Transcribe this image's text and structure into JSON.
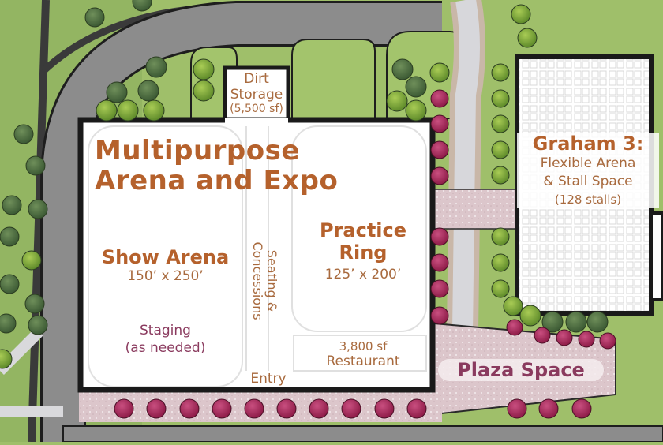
{
  "map": {
    "title": "Multipurpose Arena and Expo site plan",
    "colors": {
      "lawn": "#9fbf6a",
      "lawn_dark": "#8aab58",
      "road": "#8a8a8a",
      "road_edge": "#2a2a2a",
      "walk": "#d9d9dc",
      "plaza": "#e6d5d8",
      "building": "#ffffff",
      "building_outline": "#1a1a1a",
      "tree_green": "#7fa83a",
      "tree_dark": "#4f7040",
      "tree_red": "#a8245a",
      "label_orange": "#b5612c",
      "label_plum": "#8a3a5e"
    }
  },
  "labels": {
    "main_building": {
      "title_line1": "Multipurpose",
      "title_line2": "Arena and Expo"
    },
    "dirt_storage": {
      "line1": "Dirt",
      "line2": "Storage",
      "line3": "(5,500 sf)"
    },
    "show_arena": {
      "name": "Show Arena",
      "size": "150’ x 250’"
    },
    "staging": {
      "line1": "Staging",
      "line2": "(as needed)"
    },
    "seating": {
      "line1": "Seating &",
      "line2": "Concessions"
    },
    "practice_ring": {
      "line1": "Practice",
      "line2": "Ring",
      "size": "125’ x 200’"
    },
    "restaurant": {
      "line1": "3,800 sf",
      "line2": "Restaurant"
    },
    "entry": "Entry",
    "graham": {
      "name": "Graham 3:",
      "line1": "Flexible Arena",
      "line2": "& Stall Space",
      "line3": "(128 stalls)"
    },
    "plaza": "Plaza Space"
  }
}
